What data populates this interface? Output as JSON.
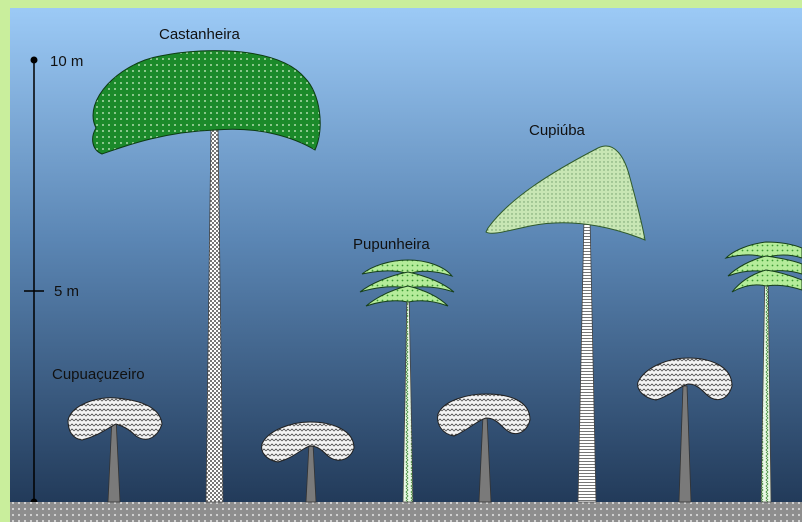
{
  "scale": {
    "top_label": "10 m",
    "mid_label": "5 m"
  },
  "trees": [
    {
      "name": "Castanheira"
    },
    {
      "name": "Cupiúba"
    },
    {
      "name": "Pupunheira"
    },
    {
      "name": "Cupuaçuzeiro"
    }
  ],
  "colors": {
    "sky_top": "#9ccaf6",
    "sky_bottom": "#1e3553",
    "castanheira_crown": "#1b8a2a",
    "cupiuba_crown": "#c8e6b4",
    "pupunheira_fronds": "#b5ec9a",
    "cupuacuzeiro_crown": "#f2f2f2",
    "trunk_gray": "#7a7a7a",
    "ground": "#9a9a9a",
    "frame": "#c9ee9c"
  }
}
